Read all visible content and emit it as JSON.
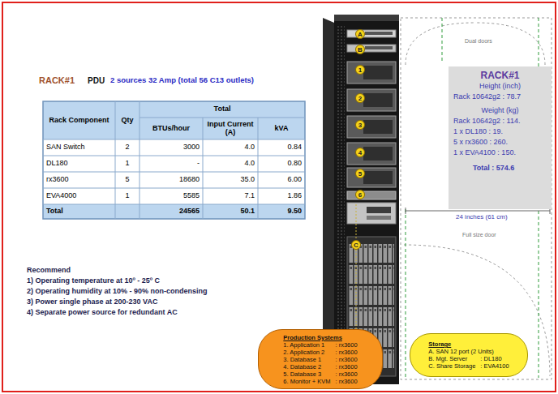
{
  "diagram": {
    "nodes": [
      {
        "text": [
          "RACK#1",
          "Height (inch)",
          "Rack 10642g2 : 78.7",
          "Weight (kg)",
          "Rack 10642g2 : 114.",
          "1 x DL180 : 19.",
          "5 x rx3600 : 260.",
          "1 x EVA4100 : 150.",
          "Total : 574.6"
        ]
      },
      {
        "text": [
          "A"
        ]
      },
      {
        "text": [
          "B"
        ]
      },
      {
        "text": [
          "1"
        ]
      },
      {
        "text": [
          "2"
        ]
      },
      {
        "text": [
          "3"
        ]
      },
      {
        "text": [
          "4"
        ]
      },
      {
        "text": [
          "5"
        ]
      },
      {
        "text": [
          "6"
        ]
      },
      {
        "text": [
          "C"
        ]
      },
      {
        "text": [
          "Production Systems",
          "1. Application 1",
          ": rx3600",
          "2. Application 2",
          ": rx3600",
          "3. Database 1",
          ": rx3600",
          "4. Database 2",
          ": rx3600",
          "5. Database 3",
          ": rx3600",
          "6. Monitor + KVM",
          ": rx3600"
        ]
      },
      {
        "text": [
          "Storage",
          "A. SAN  12 port (2 Units)",
          "B. Mgt. Server",
          ": DL180",
          "C. Share Storage",
          ": EVA4100"
        ]
      }
    ],
    "labels": [
      "RACK#1",
      "PDU",
      "2 sources 32 Amp (total 56 C13 outlets)",
      "Rack Component",
      "Qty",
      "Total",
      "BTUs/hour",
      "Input Current (A)",
      "kVA",
      "SAN Switch",
      "2",
      "3000",
      "4.0",
      "0.84",
      "DL180",
      "1",
      "-",
      "4.0",
      "0.80",
      "rx3600",
      "5",
      "18680",
      "35.0",
      "6.00",
      "EVA4000",
      "1",
      "5585",
      "7.1",
      "1.86",
      "Total",
      "24565",
      "50.1",
      "9.50",
      "Recommend",
      "1) Operating temperature at 10º - 25º C",
      "2) Operating humidity at 10% - 90% non-condensing",
      "3) Power single phase at 200-230 VAC",
      "4) Separate power source for redundant AC",
      "Dual doors",
      "24 inches (61 cm)",
      "Full size door"
    ]
  }
}
